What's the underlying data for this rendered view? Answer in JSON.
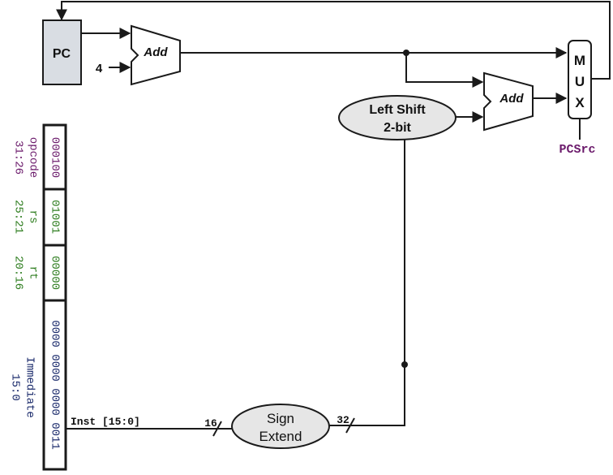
{
  "pc": {
    "label": "PC",
    "fill": "#d9dde3"
  },
  "adder1": {
    "label": "Add",
    "const_input": "4"
  },
  "adder2": {
    "label": "Add"
  },
  "mux": {
    "letters": [
      "M",
      "U",
      "X"
    ],
    "control": "PCSrc",
    "control_color": "#6b1a6b"
  },
  "left_shift": {
    "line1": "Left Shift",
    "line2": "2-bit",
    "fill": "#e6e6e6"
  },
  "sign_extend": {
    "line1": "Sign",
    "line2": "Extend",
    "fill": "#e6e6e6",
    "in_width": "16",
    "out_width": "32"
  },
  "inst_label": "Inst [15:0]",
  "instruction": {
    "fields": [
      {
        "bits": "000100",
        "name": "opcode",
        "range": "31:26",
        "color": "#6b1a6b"
      },
      {
        "bits": "01001",
        "name": "rs",
        "range": "25:21",
        "color": "#2e7d1f"
      },
      {
        "bits": "00000",
        "name": "rt",
        "range": "20:16",
        "color": "#2e7d1f"
      },
      {
        "bits": "0000 0000 0000 0011",
        "name": "Immediate",
        "range": "15:0",
        "color": "#1a2a6b"
      }
    ]
  }
}
